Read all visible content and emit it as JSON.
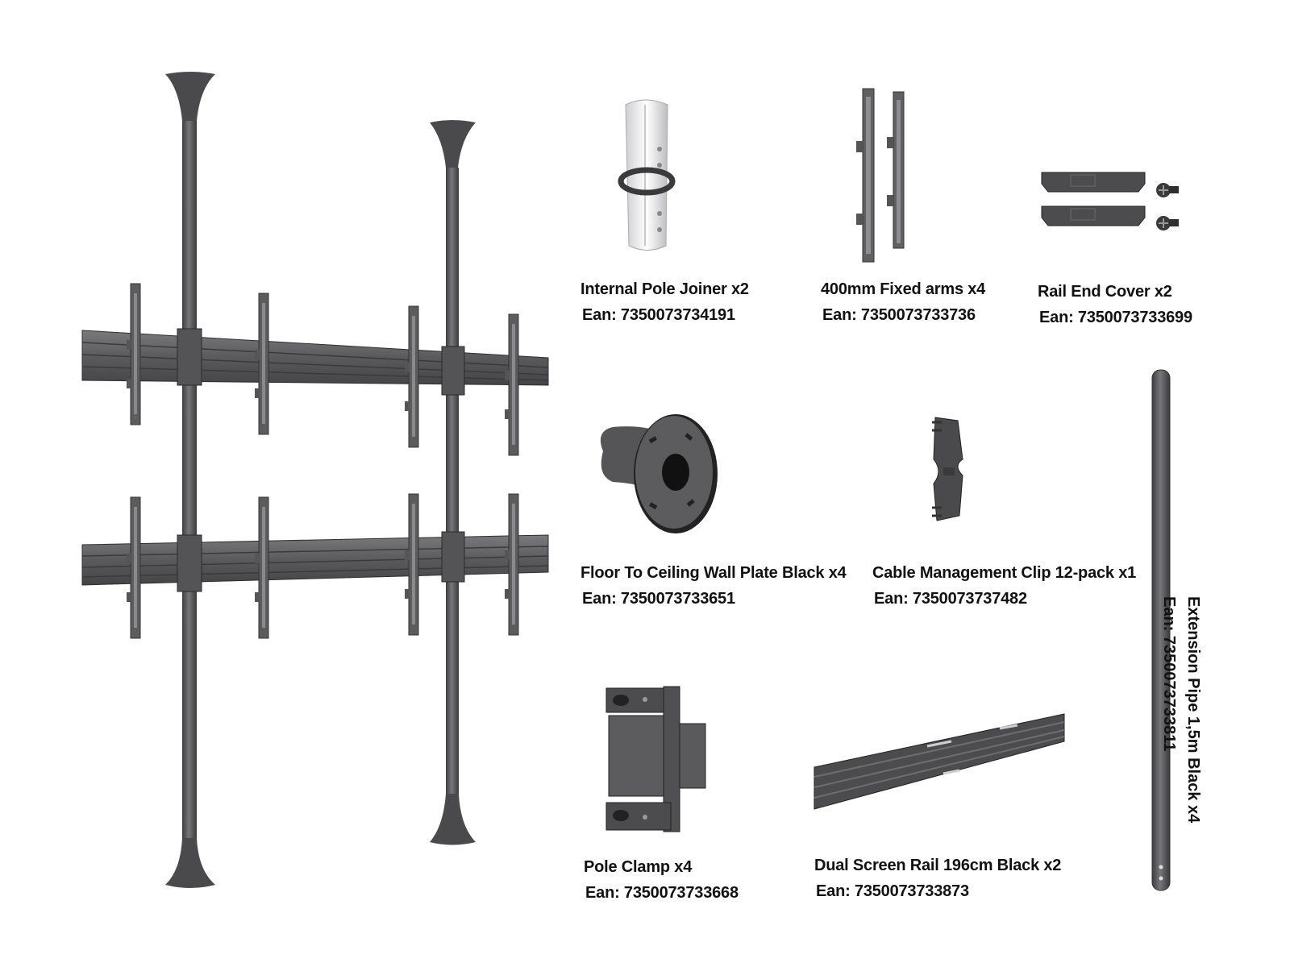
{
  "colors": {
    "metal_dark": "#4a4a4c",
    "metal_mid": "#6e6e70",
    "metal_light": "#8e8e90",
    "joiner_white": "#eeeeee",
    "text": "#111111"
  },
  "parts": [
    {
      "id": "internal-pole-joiner",
      "name": "Internal Pole Joiner x2",
      "ean": "Ean: 7350073734191"
    },
    {
      "id": "fixed-arms",
      "name": "400mm Fixed arms x4",
      "ean": "Ean: 7350073733736"
    },
    {
      "id": "rail-end-cover",
      "name": "Rail End Cover x2",
      "ean": "Ean:  7350073733699"
    },
    {
      "id": "wall-plate",
      "name": "Floor To Ceiling Wall Plate Black x4",
      "ean": "Ean: 7350073733651"
    },
    {
      "id": "cable-clip",
      "name": "Cable Management Clip 12-pack x1",
      "ean": "Ean: 7350073737482"
    },
    {
      "id": "pole-clamp",
      "name": "Pole Clamp x4",
      "ean": "Ean: 7350073733668"
    },
    {
      "id": "dual-rail",
      "name": "Dual Screen Rail 196cm Black x2",
      "ean": "Ean: 7350073733873"
    },
    {
      "id": "extension-pipe",
      "name": "Extension Pipe 1,5m Black x4",
      "ean": "Ean:  7350073733811"
    }
  ],
  "icons": {
    "assembled_mount": "floor-to-ceiling-video-wall-mount-icon",
    "joiner": "pole-joiner-icon",
    "arms": "mounting-arms-icon",
    "cover": "rail-end-cover-icon",
    "plate": "wall-plate-icon",
    "clip": "cable-clip-icon",
    "clamp": "pole-clamp-icon",
    "rail": "dual-rail-icon",
    "pipe": "extension-pipe-icon"
  }
}
